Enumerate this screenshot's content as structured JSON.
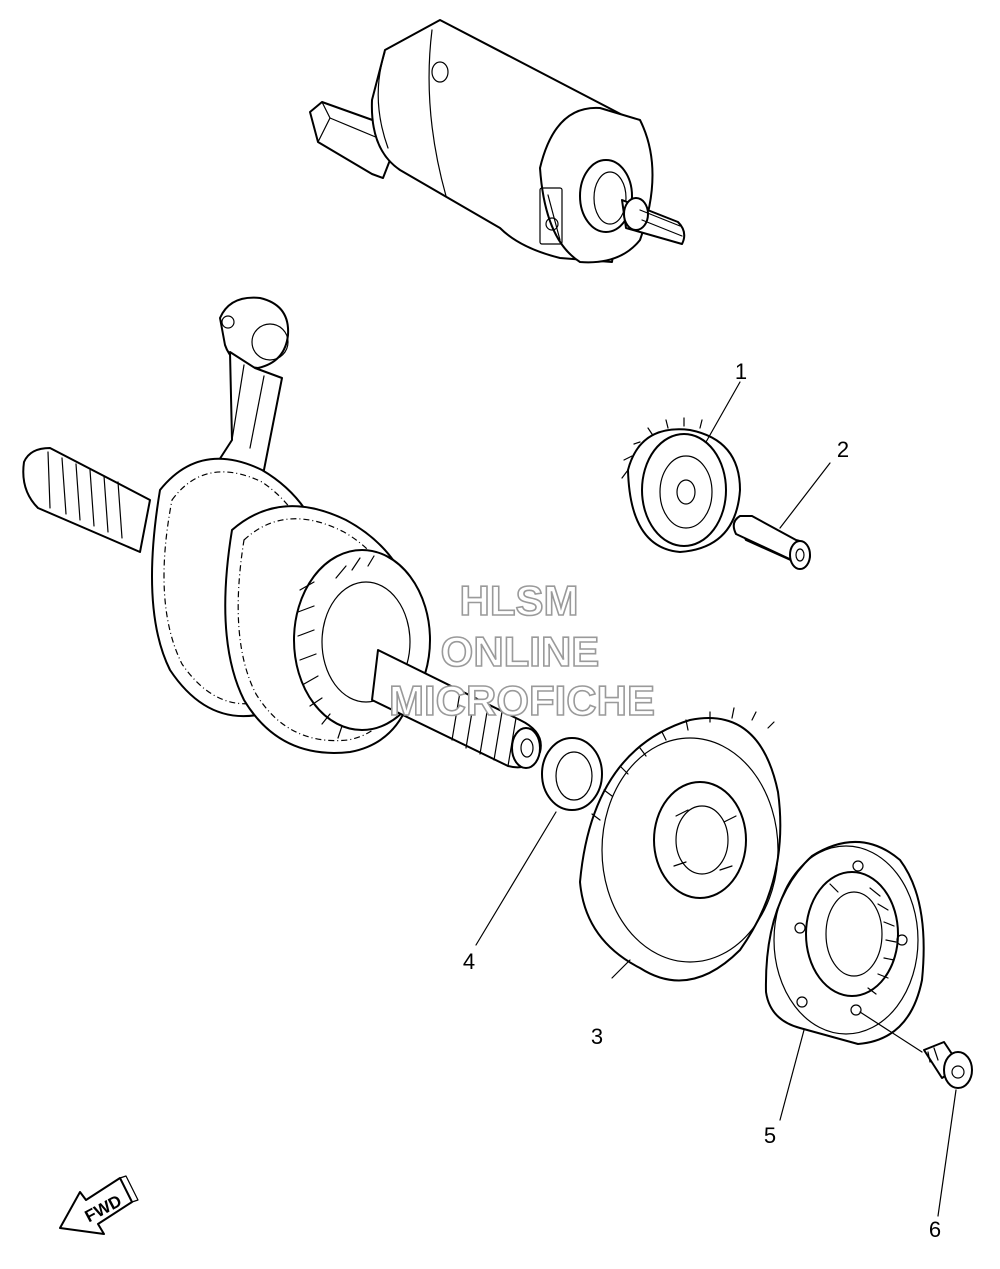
{
  "callouts": [
    {
      "num": "1",
      "part": "starter-idler-gear"
    },
    {
      "num": "2",
      "part": "idler-gear-shaft"
    },
    {
      "num": "3",
      "part": "starter-wheel-gear"
    },
    {
      "num": "4",
      "part": "washer"
    },
    {
      "num": "5",
      "part": "starter-clutch-assembly"
    },
    {
      "num": "6",
      "part": "bolt"
    }
  ],
  "watermark": {
    "line1": "HLSM",
    "line2": "ONLINE",
    "line3": "MICROFICHE"
  },
  "direction_label": "FWD"
}
